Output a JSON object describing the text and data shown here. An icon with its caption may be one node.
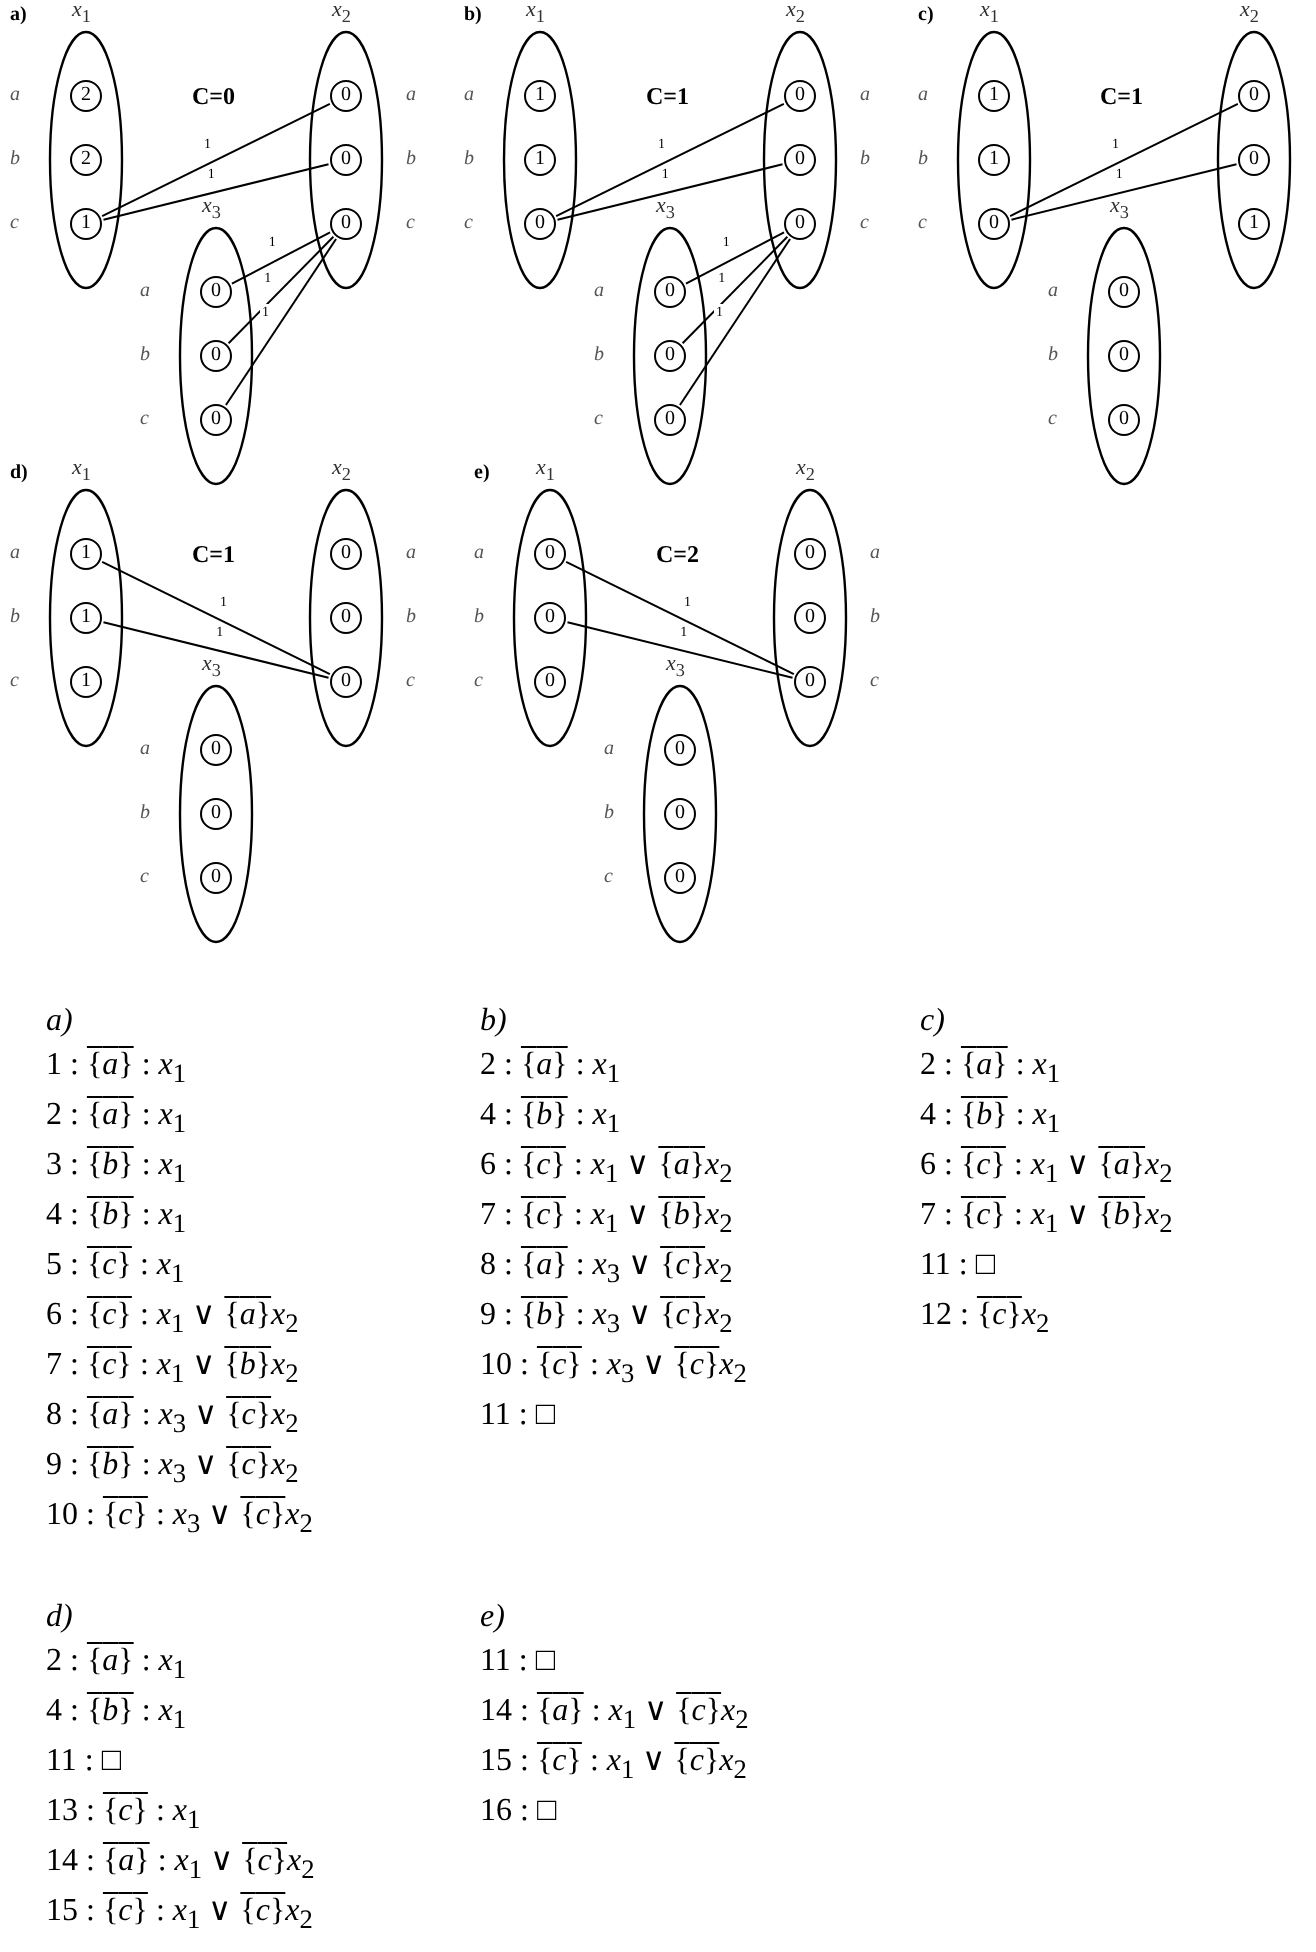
{
  "diagram": {
    "nodes": [
      {
        "text": [
          "*x*$_{1}$"
        ],
        "beside": [
          "a",
          "b",
          "c"
        ]
      },
      {
        "text": [
          "2"
        ],
        "in": 0
      },
      {
        "text": [
          "2"
        ],
        "in": 0
      },
      {
        "text": [
          "1"
        ],
        "in": 0
      },
      {
        "text": [
          "*x*$_{2}$"
        ],
        "beside": [
          "a",
          "b",
          "c"
        ]
      },
      {
        "text": [
          "0"
        ],
        "in": 4
      },
      {
        "text": [
          "0"
        ],
        "in": 4
      },
      {
        "text": [
          "0"
        ],
        "in": 4
      },
      {
        "text": [
          "*x*$_{3}$"
        ],
        "beside": [
          "a",
          "b",
          "c"
        ]
      },
      {
        "text": [
          "0"
        ],
        "in": 8
      },
      {
        "text": [
          "0"
        ],
        "in": 8
      },
      {
        "text": [
          "0"
        ],
        "in": 8
      },
      {
        "text": [
          "*x*$_{1}$"
        ],
        "beside": [
          "a",
          "b",
          "c"
        ]
      },
      {
        "text": [
          "1"
        ],
        "in": 12
      },
      {
        "text": [
          "1"
        ],
        "in": 12
      },
      {
        "text": [
          "0"
        ],
        "in": 12
      },
      {
        "text": [
          "*x*$_{2}$"
        ],
        "beside": [
          "a",
          "b",
          "c"
        ]
      },
      {
        "text": [
          "0"
        ],
        "in": 16
      },
      {
        "text": [
          "0"
        ],
        "in": 16
      },
      {
        "text": [
          "0"
        ],
        "in": 16
      },
      {
        "text": [
          "*x*$_{3}$"
        ],
        "beside": [
          "a",
          "b",
          "c"
        ]
      },
      {
        "text": [
          "0"
        ],
        "in": 20
      },
      {
        "text": [
          "0"
        ],
        "in": 20
      },
      {
        "text": [
          "0"
        ],
        "in": 20
      },
      {
        "text": [
          "*x*$_{1}$"
        ],
        "beside": [
          "a",
          "b",
          "c"
        ]
      },
      {
        "text": [
          "1"
        ],
        "in": 24
      },
      {
        "text": [
          "1"
        ],
        "in": 24
      },
      {
        "text": [
          "0"
        ],
        "in": 24
      },
      {
        "text": [
          "*x*$_{2}$"
        ]
      },
      {
        "text": [
          "0"
        ],
        "in": 28
      },
      {
        "text": [
          "0"
        ],
        "in": 28
      },
      {
        "text": [
          "1"
        ],
        "in": 28
      },
      {
        "text": [
          "*x*$_{3}$"
        ],
        "beside": [
          "a",
          "b",
          "c"
        ]
      },
      {
        "text": [
          "0"
        ],
        "in": 32
      },
      {
        "text": [
          "0"
        ],
        "in": 32
      },
      {
        "text": [
          "0"
        ],
        "in": 32
      },
      {
        "text": [
          "*x*$_{1}$"
        ],
        "beside": [
          "a",
          "b",
          "c"
        ]
      },
      {
        "text": [
          "1"
        ],
        "in": 36
      },
      {
        "text": [
          "1"
        ],
        "in": 36
      },
      {
        "text": [
          "1"
        ],
        "in": 36
      },
      {
        "text": [
          "*x*$_{2}$"
        ],
        "beside": [
          "a",
          "b",
          "c"
        ]
      },
      {
        "text": [
          "0"
        ],
        "in": 40
      },
      {
        "text": [
          "0"
        ],
        "in": 40
      },
      {
        "text": [
          "0"
        ],
        "in": 40
      },
      {
        "text": [
          "*x*$_{3}$"
        ],
        "beside": [
          "a",
          "b",
          "c"
        ]
      },
      {
        "text": [
          "0"
        ],
        "in": 44
      },
      {
        "text": [
          "0"
        ],
        "in": 44
      },
      {
        "text": [
          "0"
        ],
        "in": 44
      },
      {
        "text": [
          "*x*$_{1}$"
        ],
        "beside": [
          "a",
          "b",
          "c"
        ]
      },
      {
        "text": [
          "0"
        ],
        "in": 48
      },
      {
        "text": [
          "0"
        ],
        "in": 48
      },
      {
        "text": [
          "0"
        ],
        "in": 48
      },
      {
        "text": [
          "*x*$_{2}$"
        ],
        "beside": [
          "a",
          "b",
          "c"
        ]
      },
      {
        "text": [
          "0"
        ],
        "in": 52
      },
      {
        "text": [
          "0"
        ],
        "in": 52
      },
      {
        "text": [
          "0"
        ],
        "in": 52
      },
      {
        "text": [
          "*x*$_{3}$"
        ],
        "beside": [
          "a",
          "b",
          "c"
        ]
      },
      {
        "text": [
          "0"
        ],
        "in": 56
      },
      {
        "text": [
          "0"
        ],
        "in": 56
      },
      {
        "text": [
          "0"
        ],
        "in": 56
      }
    ],
    "edges": [
      {
        "from": 3,
        "to": 5,
        "arrow": "none",
        "label": "1"
      },
      {
        "from": 3,
        "to": 6,
        "arrow": "none",
        "label": "1"
      },
      {
        "from": 9,
        "to": 7,
        "arrow": "none",
        "label": "1"
      },
      {
        "from": 10,
        "to": 7,
        "arrow": "none",
        "label": "1"
      },
      {
        "from": 11,
        "to": 7,
        "arrow": "none",
        "label": "1"
      },
      {
        "from": 15,
        "to": 17,
        "arrow": "none",
        "label": "1"
      },
      {
        "from": 15,
        "to": 18,
        "arrow": "none",
        "label": "1"
      },
      {
        "from": 21,
        "to": 19,
        "arrow": "none",
        "label": "1"
      },
      {
        "from": 22,
        "to": 19,
        "arrow": "none",
        "label": "1"
      },
      {
        "from": 23,
        "to": 19,
        "arrow": "none",
        "label": "1"
      },
      {
        "from": 27,
        "to": 29,
        "arrow": "none",
        "label": "1"
      },
      {
        "from": 27,
        "to": 30,
        "arrow": "none",
        "label": "1"
      },
      {
        "from": 37,
        "to": 43,
        "arrow": "none",
        "label": "1"
      },
      {
        "from": 38,
        "to": 43,
        "arrow": "none",
        "label": "1"
      },
      {
        "from": 49,
        "to": 55,
        "arrow": "none",
        "label": "1"
      },
      {
        "from": 50,
        "to": 55,
        "arrow": "none",
        "label": "1"
      }
    ],
    "labels": [
      "a)",
      "C=0",
      "b)",
      "C=1",
      "c)",
      "C=1",
      "d)",
      "C=1",
      "e)",
      "C=2",
      "a)",
      "1 : {*a*} : *x*$_{1}$",
      "2 : {*a*} : *x*$_{1}$",
      "3 : {*b*} : *x*$_{1}$",
      "4 : {*b*} : *x*$_{1}$",
      "5 : {*c*} : *x*$_{1}$",
      "6 : {*c*} : *x*$_{1}$ ∨ {*a*}*x*$_{2}$",
      "7 : {*c*} : *x*$_{1}$ ∨ {*b*}*x*$_{2}$",
      "8 : {*a*} : *x*$_{3}$ ∨ {*c*}*x*$_{2}$",
      "9 : {*b*} : *x*$_{3}$ ∨ {*c*}*x*$_{2}$",
      "10 : {*c*} : *x*$_{3}$ ∨ {*c*}*x*$_{2}$",
      "b)",
      "2 : {*a*} : *x*$_{1}$",
      "4 : {*b*} : *x*$_{1}$",
      "6 : {*c*} : *x*$_{1}$ ∨ {*a*}*x*$_{2}$",
      "7 : {*c*} : *x*$_{1}$ ∨ {*b*}*x*$_{2}$",
      "8 : {*a*} : *x*$_{3}$ ∨ {*c*}*x*$_{2}$",
      "9 : {*b*} : *x*$_{3}$ ∨ {*c*}*x*$_{2}$",
      "10 : {*c*} : *x*$_{3}$ ∨ {*c*}*x*$_{2}$",
      "11 : □",
      "c)",
      "2 : {*a*} : *x*$_{1}$",
      "4 : {*b*} : *x*$_{1}$",
      "6 : {*c*} : *x*$_{1}$ ∨ {*a*}*x*$_{2}$",
      "7 : {*c*} : *x*$_{1}$ ∨ {*b*}*x*$_{2}$",
      "11 : □",
      "12 : {*c*}*x*$_{2}$",
      "d)",
      "2 : {*a*} : *x*$_{1}$",
      "4 : {*b*} : *x*$_{1}$",
      "11 : □",
      "13 : {*c*} : *x*$_{1}$",
      "14 : {*a*} : *x*$_{1}$ ∨ {*c*}*x*$_{2}$",
      "15 : {*c*} : *x*$_{1}$ ∨ {*c*}*x*$_{2}$",
      "e)",
      "11 : □",
      "14 : {*a*} : *x*$_{1}$ ∨ {*c*}*x*$_{2}$",
      "15 : {*c*} : *x*$_{1}$ ∨ {*c*}*x*$_{2}$",
      "16 : □"
    ]
  }
}
